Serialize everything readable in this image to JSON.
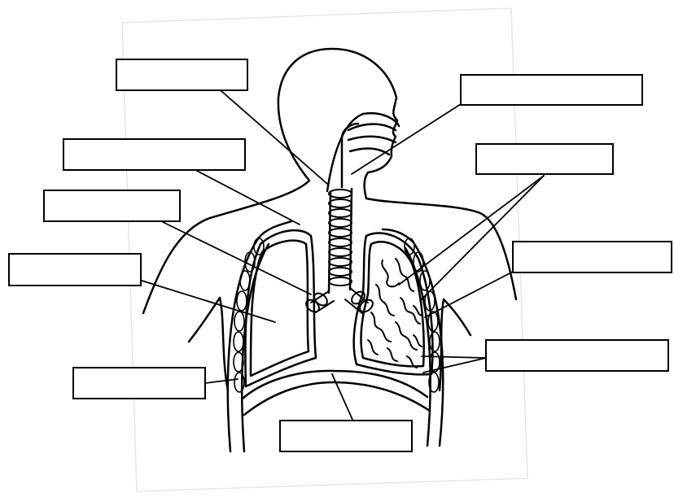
{
  "diagram": {
    "labels": [
      {
        "id": "box-1",
        "text": ""
      },
      {
        "id": "box-2",
        "text": ""
      },
      {
        "id": "box-3",
        "text": ""
      },
      {
        "id": "box-4",
        "text": ""
      },
      {
        "id": "box-5",
        "text": ""
      },
      {
        "id": "box-6",
        "text": ""
      },
      {
        "id": "box-7",
        "text": ""
      },
      {
        "id": "box-8",
        "text": ""
      },
      {
        "id": "box-9",
        "text": ""
      },
      {
        "id": "box-10",
        "text": ""
      }
    ]
  },
  "colors": {
    "ink": "#000000",
    "paper": "#ffffff",
    "sheet_edge": "#e6e6e6"
  }
}
